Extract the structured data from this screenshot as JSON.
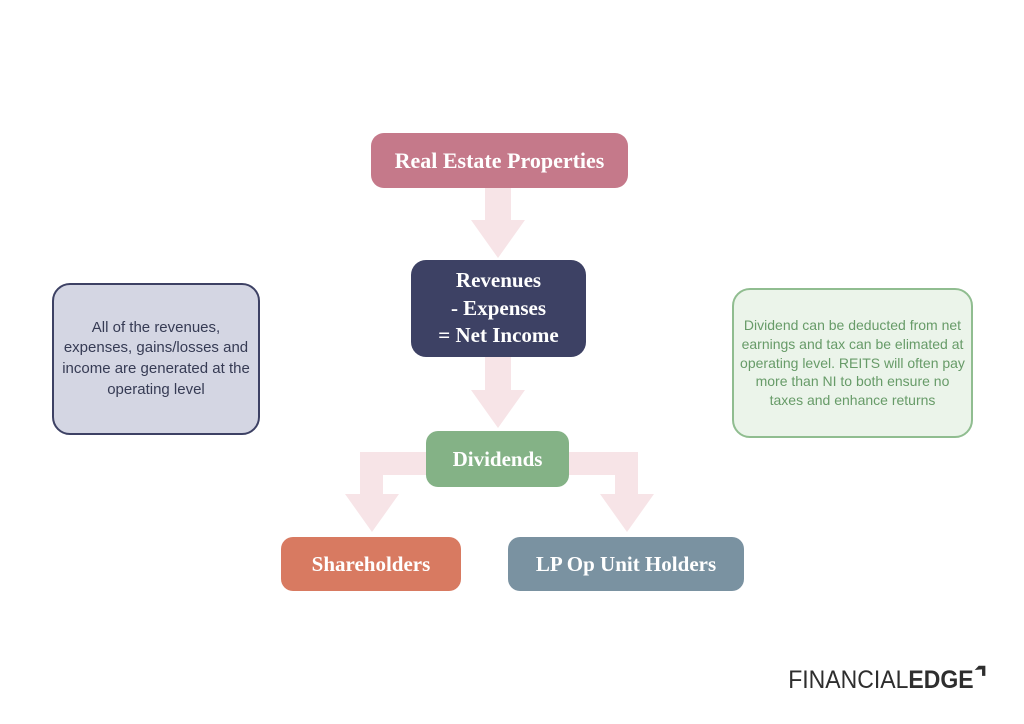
{
  "page": {
    "background": "#ffffff"
  },
  "nodes": {
    "real_estate": {
      "label": "Real Estate Properties",
      "color": "#c5798a"
    },
    "net_income": {
      "lines": [
        "Revenues",
        "- Expenses",
        "= Net Income"
      ],
      "color": "#3d4164"
    },
    "dividends": {
      "label": "Dividends",
      "color": "#84b286"
    },
    "shareholders": {
      "label": "Shareholders",
      "color": "#d87a61"
    },
    "lp_op_unit_holders": {
      "label": "LP Op Unit Holders",
      "color": "#7a92a1"
    }
  },
  "arrows": {
    "color": "#f7e4e7",
    "connections": [
      "real_estate -> net_income",
      "net_income -> dividends",
      "dividends -> shareholders",
      "dividends -> lp_op_unit_holders"
    ]
  },
  "notes": {
    "left": {
      "text": "All of the revenues, expenses, gains/losses and income are generated at the operating level",
      "background": "#d4d6e3",
      "border_color": "#3d4164",
      "text_color": "#363b54"
    },
    "right": {
      "text": "Dividend can be deducted from net earnings and tax can be elimated at operating level. REITS will often pay more than NI to both ensure no taxes and enhance returns",
      "background": "#ebf4ea",
      "border_color": "#90bd90",
      "text_color": "#679b68"
    }
  },
  "logo": {
    "part1": "FINANCIAL",
    "part2": "EDGE",
    "color": "#2e2e2e"
  }
}
